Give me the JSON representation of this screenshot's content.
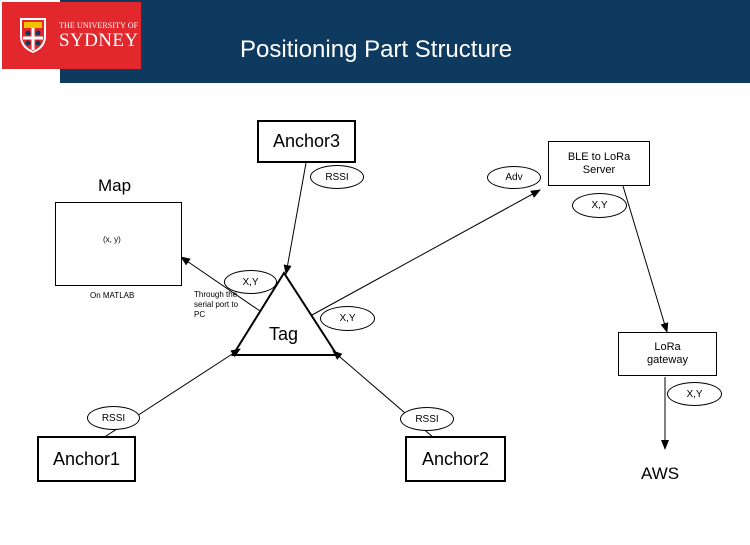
{
  "header": {
    "title": "Positioning Part Structure",
    "logo_line1": "THE UNIVERSITY OF",
    "logo_line2": "SYDNEY"
  },
  "diagram": {
    "anchor1": "Anchor1",
    "anchor2": "Anchor2",
    "anchor3": "Anchor3",
    "tag": "Tag",
    "map_title": "Map",
    "map_point": "(x, y)",
    "map_caption": "On MATLAB",
    "serial_label": "Through the serial port to PC",
    "ble_server": "BLE to LoRa Server",
    "lora_gateway": "LoRa gateway",
    "aws": "AWS",
    "rssi_anchor3": "RSSI",
    "rssi_anchor1": "RSSI",
    "rssi_anchor2": "RSSI",
    "xy_to_map": "X,Y",
    "xy_tag": "X,Y",
    "adv": "Adv",
    "xy_server": "X,Y",
    "xy_gateway": "X,Y"
  },
  "colors": {
    "header_bar": "#0f3a60",
    "logo_red": "#e3282d"
  }
}
